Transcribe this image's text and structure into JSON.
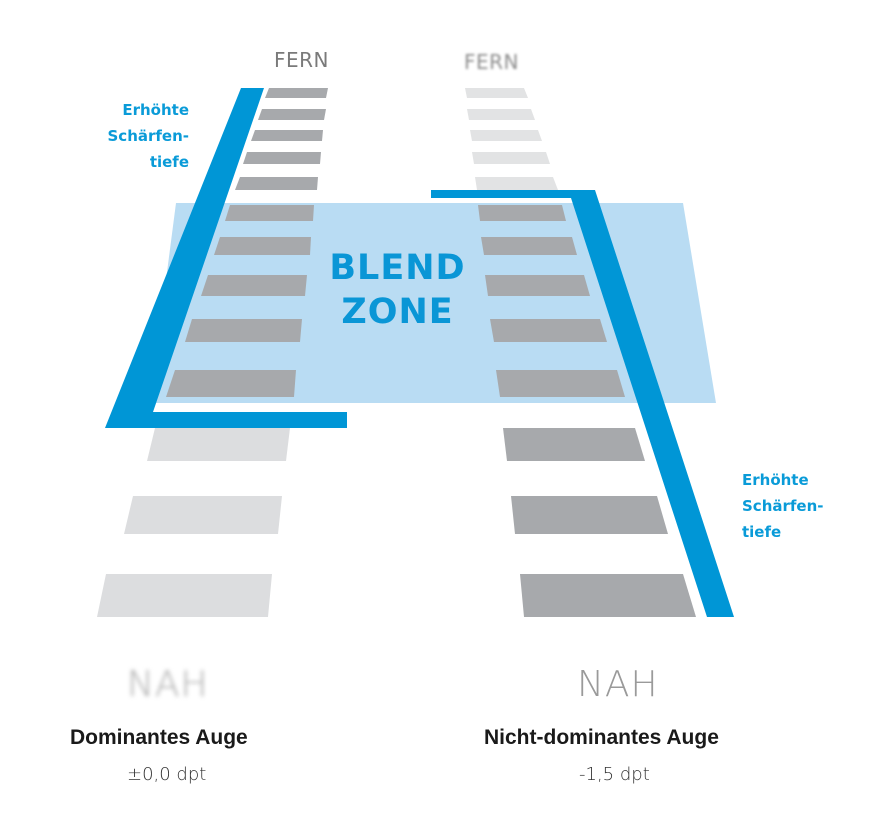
{
  "colors": {
    "accent_blue": "#0096d6",
    "blend_zone_fill": "#b9dcf3",
    "bar_dark": "#a7a9ac",
    "bar_light": "#dcdddf",
    "bar_faint": "#e2e3e4"
  },
  "labels": {
    "left_far": "FERN",
    "right_far": "FERN",
    "left_near": "NAH",
    "right_near": "NAH",
    "blend_line1": "BLEND",
    "blend_line2": "ZONE",
    "left_depth": [
      "Erhöhte",
      "Schärfen-",
      "tiefe"
    ],
    "right_depth": [
      "Erhöhte",
      "Schärfen-",
      "tiefe"
    ]
  },
  "eyes": {
    "left": {
      "name": "Dominantes Auge",
      "power": "±0,0 dpt"
    },
    "right": {
      "name": "Nicht-dominantes Auge",
      "power": "-1,5 dpt"
    }
  }
}
